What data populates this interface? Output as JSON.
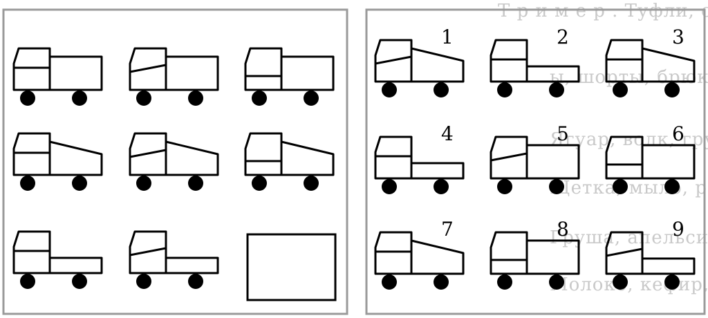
{
  "left_panel": {
    "rows": [
      [
        {
          "cab": "plain",
          "body": "box"
        },
        {
          "cab": "slant",
          "body": "box"
        },
        {
          "cab": "low",
          "body": "box"
        }
      ],
      [
        {
          "cab": "plain",
          "body": "dump"
        },
        {
          "cab": "slant",
          "body": "dump"
        },
        {
          "cab": "low",
          "body": "dump"
        }
      ],
      [
        {
          "cab": "plain",
          "body": "flat"
        },
        {
          "cab": "slant",
          "body": "flat"
        },
        {
          "empty": true
        }
      ]
    ]
  },
  "right_panel": {
    "options": [
      {
        "label": "1",
        "cab": "slant",
        "body": "dump"
      },
      {
        "label": "2",
        "cab": "plain",
        "body": "flat"
      },
      {
        "label": "3",
        "cab": "plain",
        "body": "dump"
      },
      {
        "label": "4",
        "cab": "plain",
        "body": "flat"
      },
      {
        "label": "5",
        "cab": "slant",
        "body": "box"
      },
      {
        "label": "6",
        "cab": "low",
        "body": "box"
      },
      {
        "label": "7",
        "cab": "plain",
        "body": "dump"
      },
      {
        "label": "8",
        "cab": "low",
        "body": "box"
      },
      {
        "label": "9",
        "cab": "slant",
        "body": "flat"
      }
    ]
  },
  "background_text": [
    "Т р и м е р . Туфли, сапоги, ботинки — обувь.",
    "ы, шорты, брюки —",
    "Ягуар, волк, грузовик —",
    "Щетка, мыло, расческа —",
    "Груша, апельсин, телевизор —",
    "Молоко, кефир, сметана —"
  ],
  "colors": {
    "ink": "#000000",
    "frame": "#9a9a9a",
    "bleed": "#c9c9c9"
  }
}
